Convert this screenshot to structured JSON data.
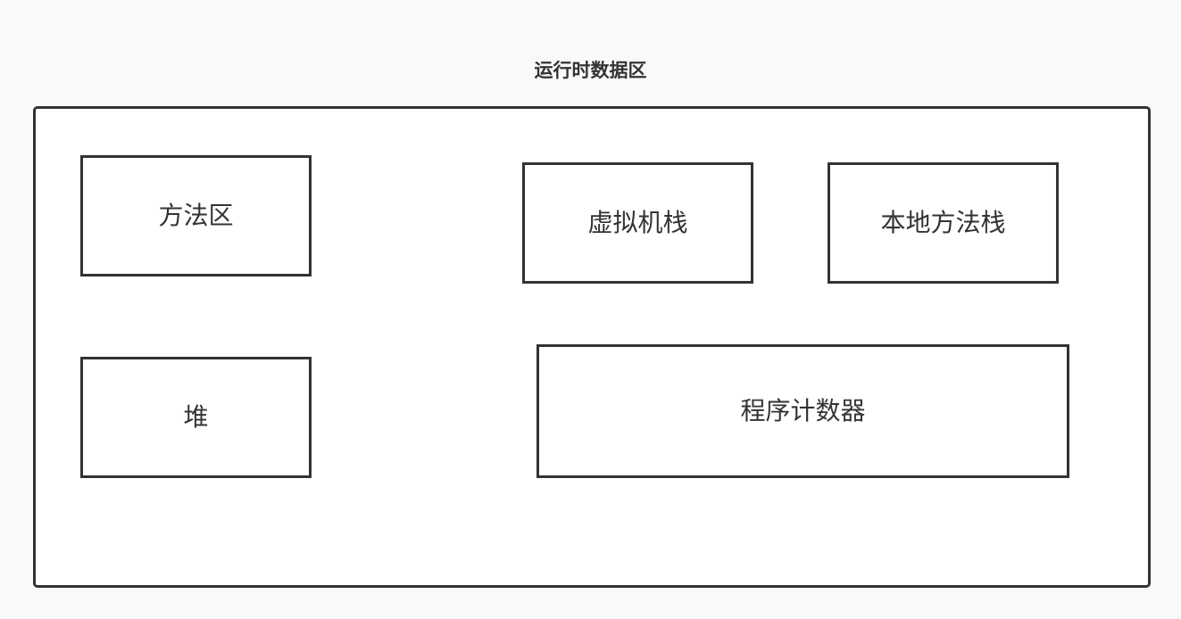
{
  "diagram": {
    "title": "运行时数据区",
    "areas": {
      "method_area": "方法区",
      "vm_stack": "虚拟机栈",
      "native_method_stack": "本地方法栈",
      "heap": "堆",
      "pc_register": "程序计数器"
    }
  }
}
